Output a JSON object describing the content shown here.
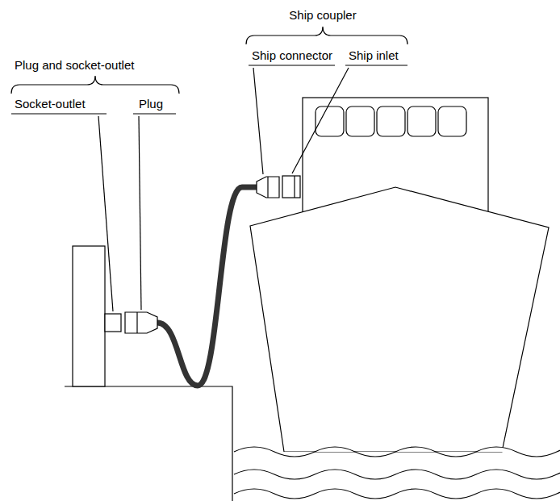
{
  "diagram": {
    "labels": [
      "Ship coupler",
      "Ship connector",
      "Ship inlet",
      "Plug and socket-outlet",
      "Socket-outlet",
      "Plug"
    ]
  }
}
